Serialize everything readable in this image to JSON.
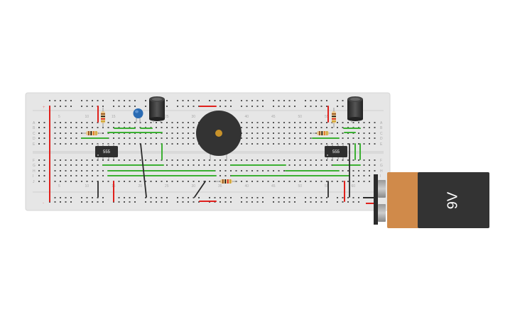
{
  "breadboard": {
    "row_letters_top": [
      "A",
      "B",
      "C",
      "D",
      "E"
    ],
    "row_letters_bottom": [
      "F",
      "G",
      "H",
      "I",
      "J"
    ],
    "column_numbers": [
      "5",
      "10",
      "15",
      "20",
      "25",
      "30",
      "35",
      "40",
      "45",
      "50",
      "55",
      "60"
    ],
    "rail_plus": "+",
    "rail_minus": "-"
  },
  "chips": [
    {
      "label": "555"
    },
    {
      "label": "555"
    }
  ],
  "battery": {
    "label": "9V",
    "body_color": "#333333",
    "cap_color": "#d08a4a",
    "terminal_color": "#888888"
  },
  "colors": {
    "wire_red": "#e0201c",
    "wire_green": "#3cb033",
    "wire_black": "#2b2b2b",
    "board": "#e6e6e6",
    "capacitor_blue": "#2a6bb3",
    "buzzer": "#333333",
    "buzzer_center": "#c8922a"
  }
}
